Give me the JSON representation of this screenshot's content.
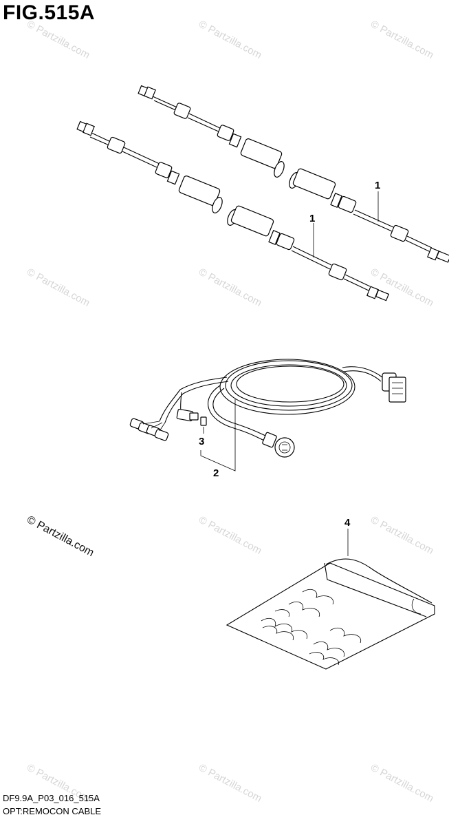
{
  "figure_title": "FIG.515A",
  "watermark_text": "© Partzilla.com",
  "callouts": {
    "cable_a": "1",
    "cable_b": "1",
    "harness": "2",
    "fuse": "3",
    "bag": "4"
  },
  "footer": {
    "code": "DF9.9A_P03_016_515A",
    "caption": "OPT:REMOCON CABLE"
  }
}
